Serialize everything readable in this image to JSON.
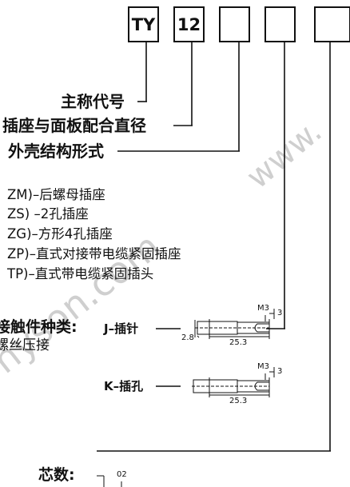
{
  "code_boxes": [
    "TY",
    "12",
    "",
    "",
    ""
  ],
  "labels": {
    "main_code": "主称代号",
    "diameter": "插座与面板配合直径",
    "shell_form": "外壳结构形式",
    "contact_type": "接触件种类:",
    "termination": "螺丝压接",
    "pin_count": "芯数:"
  },
  "shell_options": [
    "ZM)–后螺母插座",
    "ZS) –2孔插座",
    "ZG)–方形4孔插座",
    "ZP)–直式对接带电缆紧固插座",
    "TP)–直式带电缆紧固插头"
  ],
  "contacts": {
    "pin": {
      "label": "J–插针",
      "thread": "M3",
      "dim_height": "3",
      "dim_diameter": "2.8",
      "dim_length": "25.3"
    },
    "socket": {
      "label": "K–插孔",
      "thread": "M3",
      "dim_height": "3",
      "dim_length": "25.3"
    }
  },
  "pin_count_value": "02",
  "watermark": {
    "text1": "www.",
    "text2": "nyson.com"
  }
}
